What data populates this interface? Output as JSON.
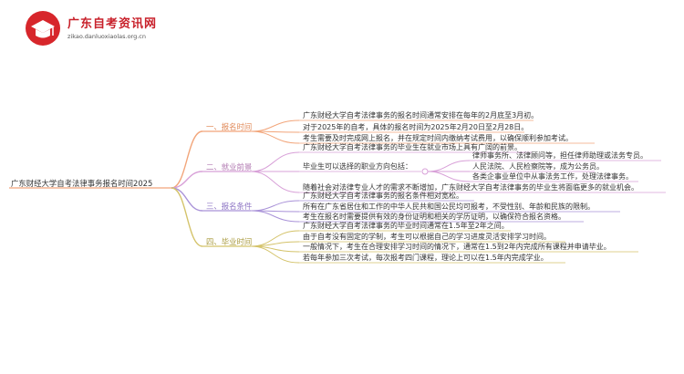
{
  "logo": {
    "name": "广东自考资讯网",
    "url": "zikao.danluoxiaolas.org.cn"
  },
  "root": "广东财经大学自考法律事务报名时间2025",
  "colors": {
    "b1": "#f2a57a",
    "b2": "#d8a0d8",
    "b3": "#a992d8",
    "b4": "#d4c36a"
  },
  "branches": [
    {
      "label": "一、报名时间",
      "leaves": [
        "广东财经大学自考法律事务的报名时间通常安排在每年的2月底至3月初。",
        "对于2025年的自考，具体的报名时间为2025年2月20日至2月28日。",
        "考生需要及时完成网上报名，并在规定时间内缴纳考试费用，以确保顺利参加考试。"
      ]
    },
    {
      "label": "二、就业前景",
      "leaves": [
        "广东财经大学自考法律事务的毕业生在就业市场上具有广阔的前景。",
        "毕业生可以选择的职业方向包括：",
        "随着社会对法律专业人才的需求不断增加，广东财经大学自考法律事务的毕业生将面临更多的就业机会。"
      ],
      "sub": [
        "律师事务所、法律顾问等，担任律师助理或法务专员。",
        "人民法院、人民检察院等，成为公务员。",
        "各类企事业单位中从事法务工作，处理法律事务。"
      ]
    },
    {
      "label": "三、报名条件",
      "leaves": [
        "广东财经大学自考法律事务的报名条件相对宽松。",
        "所有在广东省居住和工作的中华人民共和国公民均可报考，不受性别、年龄和民族的限制。",
        "考生在报名时需要提供有效的身份证明和相关的学历证明，以确保符合报名资格。"
      ]
    },
    {
      "label": "四、毕业时间",
      "leaves": [
        "广东财经大学自考法律事务的毕业时间通常在1.5年至2年之间。",
        "由于自考没有固定的学制，考生可以根据自己的学习进度灵活安排学习时间。",
        "一般情况下，考生在合理安排学习时间的情况下，通常在1.5到2年内完成所有课程并申请毕业。",
        "若每年参加三次考试，每次报考四门课程，理论上可以在1.5年内完成学业。"
      ]
    }
  ]
}
